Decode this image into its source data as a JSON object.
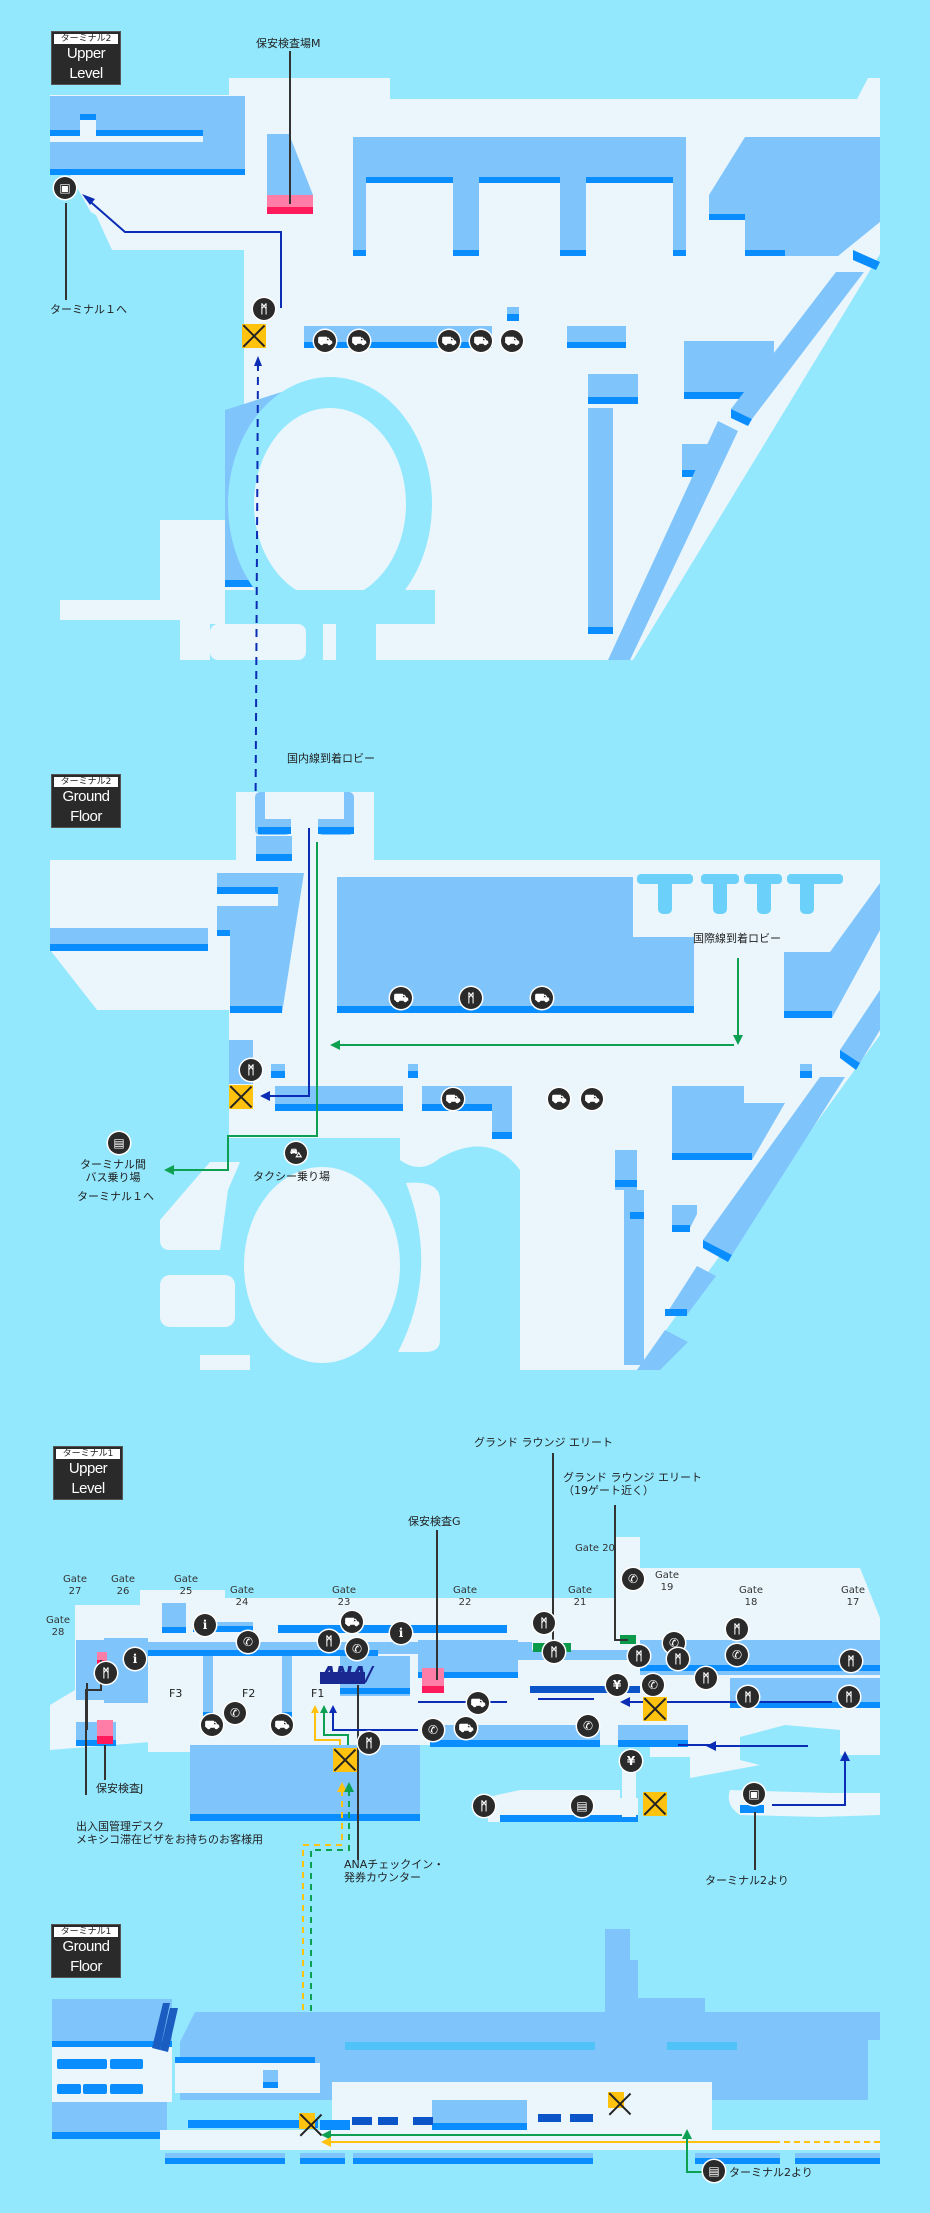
{
  "colors": {
    "water": "#93e8fe",
    "floor": "#eaf6fb",
    "block": "#80c4fc",
    "edge": "#0a8dff",
    "security": "#ff7da6",
    "security_edge": "#ff1a5b",
    "lounge": "#0a9a4a",
    "elevator": "#ffc20e",
    "route_blue": "#0b2cb5",
    "route_green": "#0ea052",
    "route_yellow": "#ffc20e",
    "ana": "#1a2891"
  },
  "sections": {
    "t2_upper": {
      "badge_terminal": "ターミナル2",
      "badge_level": "Upper Level",
      "labels": {
        "security_m": "保安検査場M",
        "to_t1": "ターミナル１へ"
      }
    },
    "t2_ground": {
      "badge_terminal": "ターミナル2",
      "badge_level": "Ground Floor",
      "labels": {
        "domestic_arrivals": "国内線到着ロビー",
        "international_arrivals": "国際線到着ロビー",
        "inter_terminal_bus": "ターミナル間\nバス乗り場",
        "to_t1": "ターミナル１へ",
        "taxi": "タクシー乗り場"
      }
    },
    "t1_upper": {
      "badge_terminal": "ターミナル1",
      "badge_level": "Upper Level",
      "gates": [
        {
          "label": "Gate",
          "num": "28"
        },
        {
          "label": "Gate",
          "num": "27"
        },
        {
          "label": "Gate",
          "num": "26"
        },
        {
          "label": "Gate",
          "num": "25"
        },
        {
          "label": "Gate",
          "num": "24"
        },
        {
          "label": "Gate",
          "num": "23"
        },
        {
          "label": "Gate",
          "num": "22"
        },
        {
          "label": "Gate",
          "num": "21"
        },
        {
          "label": "Gate 20",
          "num": ""
        },
        {
          "label": "Gate",
          "num": "19"
        },
        {
          "label": "Gate",
          "num": "18"
        },
        {
          "label": "Gate",
          "num": "17"
        }
      ],
      "fingers": [
        "F3",
        "F2",
        "F1"
      ],
      "ana_logo": "ANA",
      "labels": {
        "lounge_elite": "グランド ラウンジ エリート",
        "lounge_elite_19": "グランド ラウンジ エリート\n（19ゲート近く）",
        "security_g": "保安検査G",
        "security_j": "保安検査J",
        "immigration_desk": "出入国管理デスク\nメキシコ滞在ビザをお持ちのお客様用",
        "ana_checkin": "ANAチェックイン・\n発券カウンター",
        "from_t2": "ターミナル2より"
      }
    },
    "t1_ground": {
      "badge_terminal": "ターミナル1",
      "badge_level": "Ground Floor",
      "labels": {
        "from_t2": "ターミナル2より"
      }
    }
  },
  "icons": {
    "restroom": "👫",
    "info": "i",
    "phone": "✆",
    "baggage": "⛟",
    "train": "🚈",
    "bus": "🚌",
    "taxi": "🚕",
    "atm": "¥"
  }
}
